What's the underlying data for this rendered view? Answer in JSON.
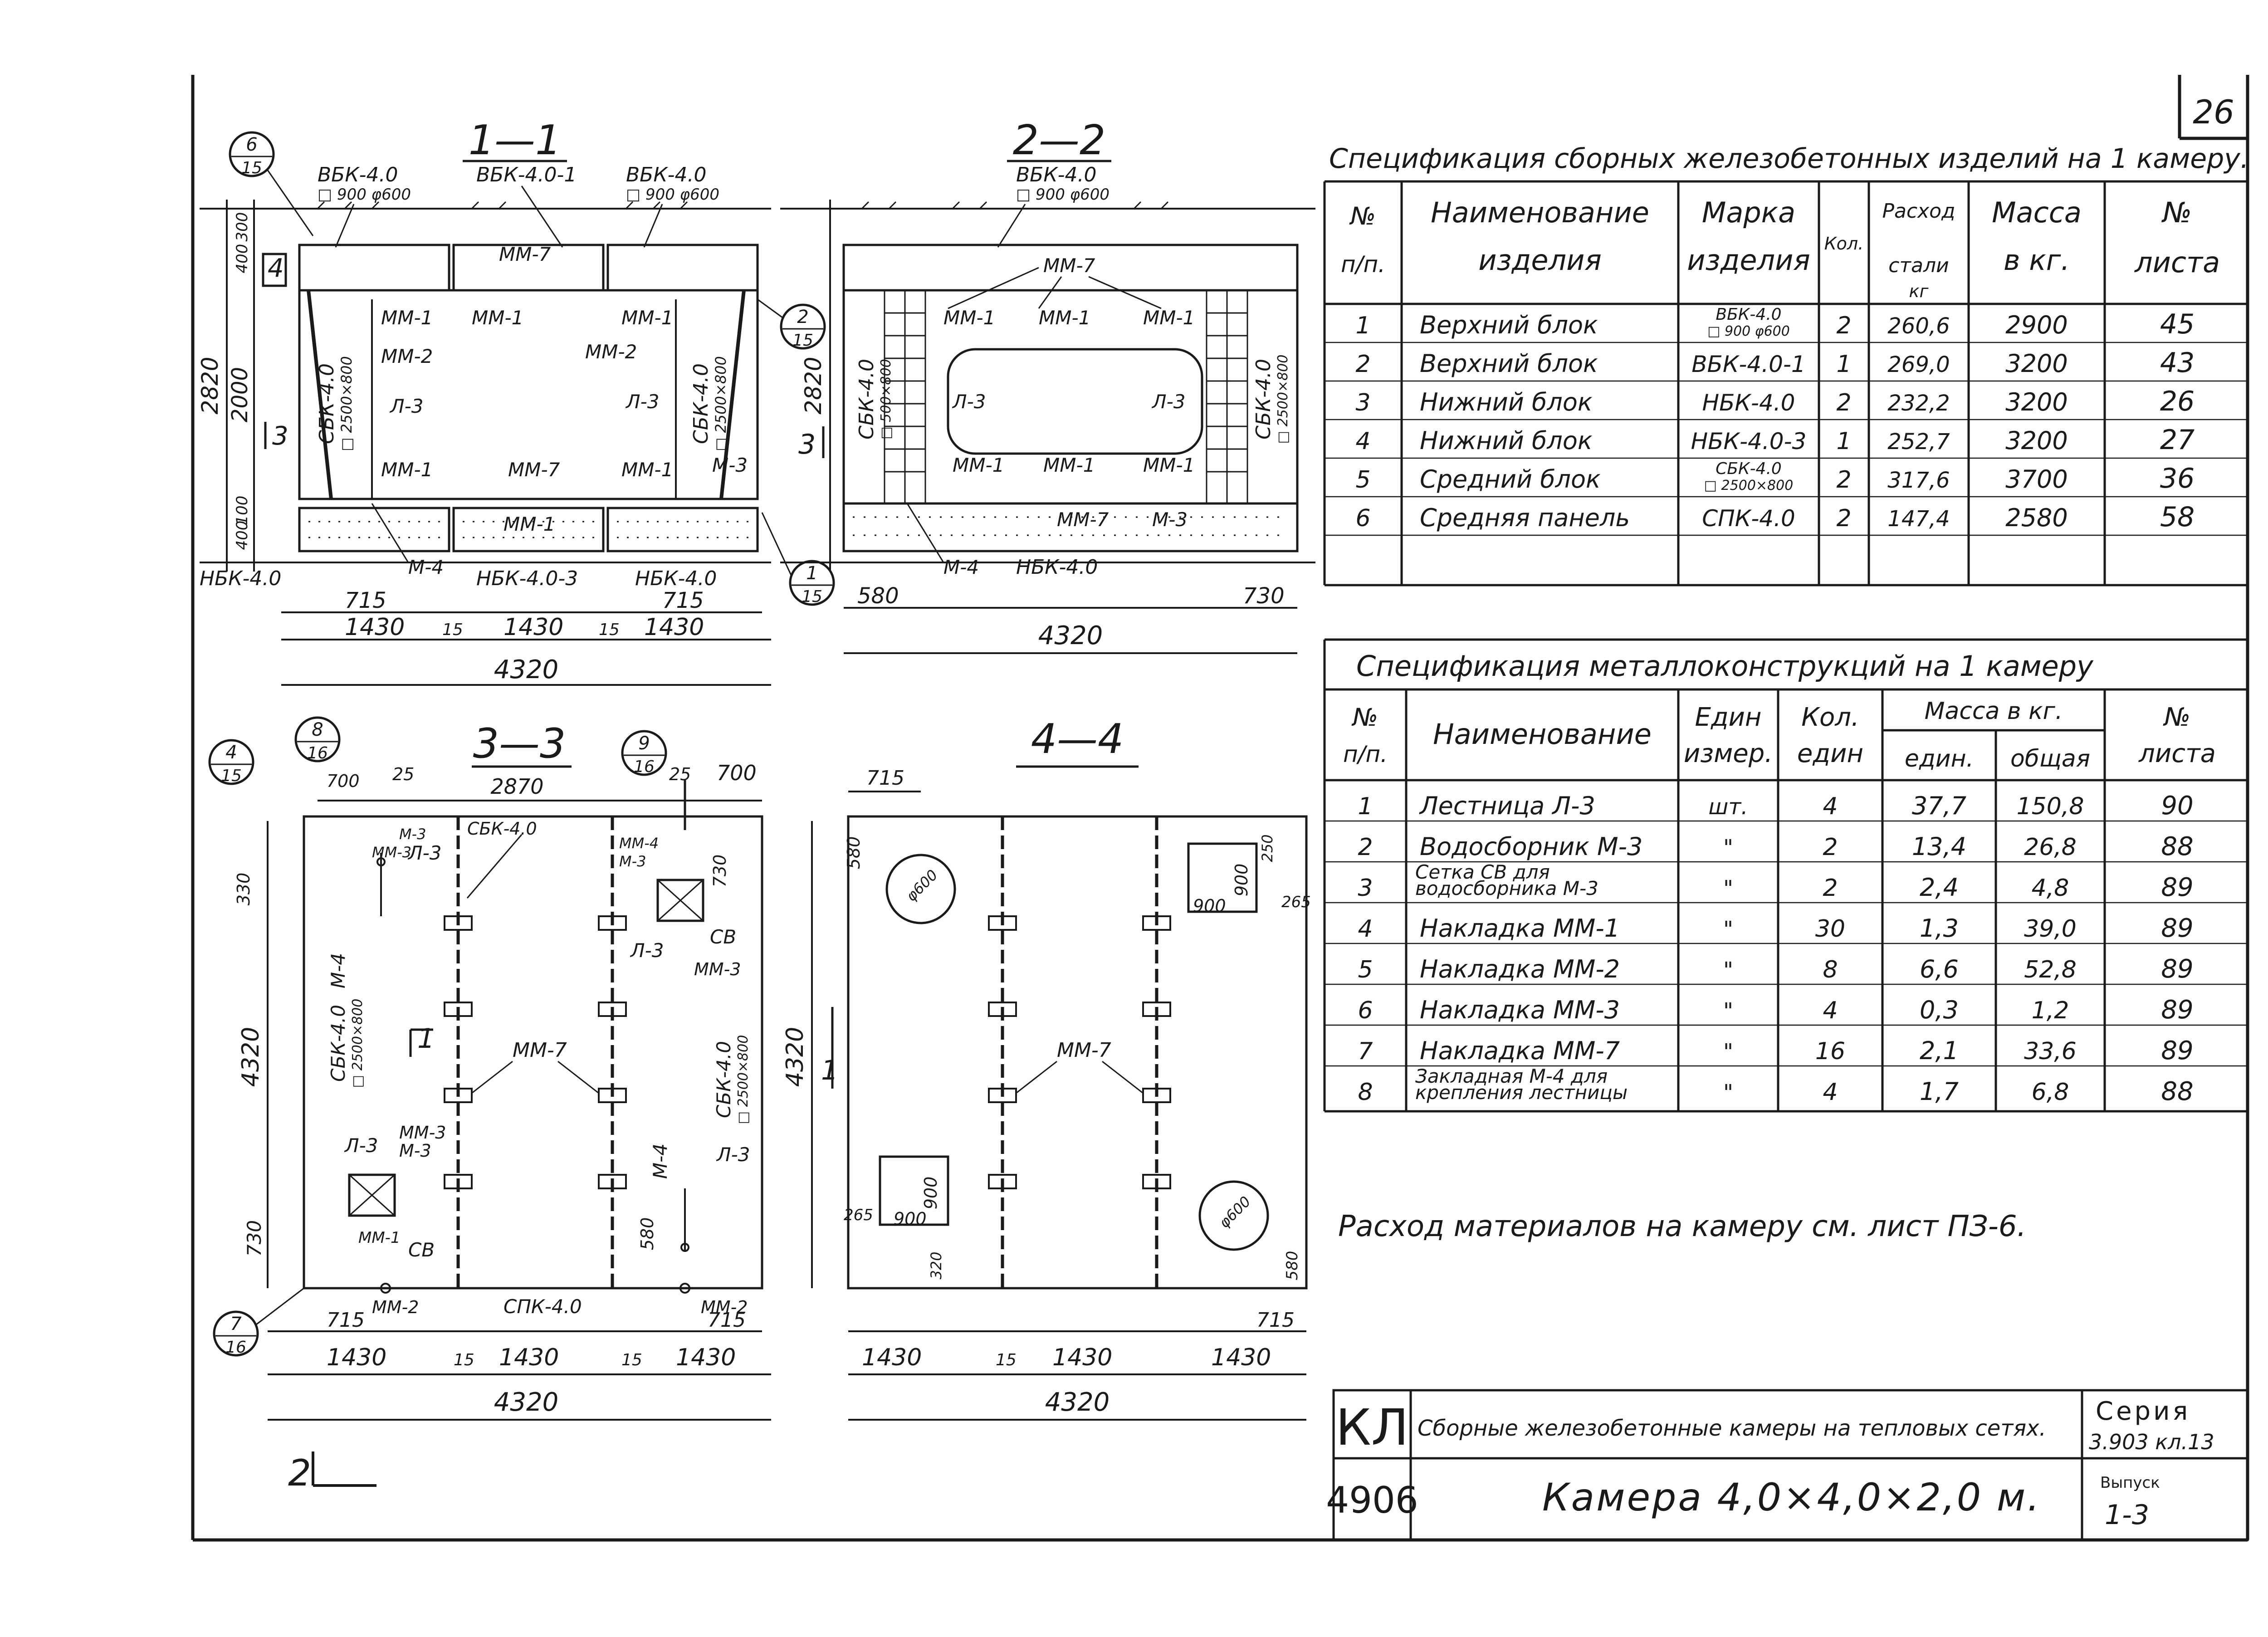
{
  "sheet_number": "26",
  "sections": {
    "s11": {
      "title": "1—1",
      "top_left": "ВБК-4.0",
      "top_left_sub": "□ 900 φ600",
      "top_mid": "ВБК-4.0-1",
      "top_right": "ВБК-4.0",
      "top_right_sub": "□ 900 φ600",
      "wall_left": "СБК-4.0",
      "wall_left_sub": "□ 2500×800",
      "wall_right": "СБК-4.0",
      "wall_right_sub": "□ 2500×800",
      "mm7_top": "ММ-7",
      "mm7_bot": "ММ-7",
      "mm1_a": "ММ-1",
      "mm1_b": "ММ-1",
      "mm1_c": "ММ-1",
      "mm1_d": "ММ-1",
      "mm1_e": "ММ-1",
      "mm1_f": "ММ-1",
      "mm2_a": "ММ-2",
      "mm2_b": "ММ-2",
      "l3_a": "Л-3",
      "l3_b": "Л-3",
      "m3": "М-3",
      "m4": "М-4",
      "bot_left": "НБК-4.0",
      "bot_mid": "НБК-4.0-3",
      "bot_right": "НБК-4.0",
      "dim_h_total": "2820",
      "dim_h_inner": "2000",
      "dim_top1": "300",
      "dim_top2": "400",
      "dim_bot1": "100",
      "dim_bot2": "400",
      "dim_side": "4",
      "d715a": "715",
      "d715b": "715",
      "d1430a": "1430",
      "d1430b": "1430",
      "d1430c": "1430",
      "d15a": "15",
      "d15b": "15",
      "d4320": "4320",
      "call_a_top": "6",
      "call_a_bot": "15",
      "call_b_top": "2",
      "call_b_bot": "15",
      "call_c_top": "1",
      "call_c_bot": "15",
      "sec3": "3"
    },
    "s22": {
      "title": "2—2",
      "top": "ВБК-4.0",
      "top_sub": "□ 900 φ600",
      "mm7_top": "ММ-7",
      "mm1_a": "ММ-1",
      "mm1_b": "ММ-1",
      "mm1_c": "ММ-1",
      "mm1_d": "ММ-1",
      "mm1_e": "ММ-1",
      "mm1_f": "ММ-1",
      "mm7_bot": "ММ-7",
      "m3": "М-3",
      "l3_a": "Л-3",
      "l3_b": "Л-3",
      "wall_left": "СБК-4.0",
      "wall_left_sub": "□ 500×800",
      "wall_right": "СБК-4.0",
      "wall_right_sub": "□ 2500×800",
      "m4": "М-4",
      "bot": "НБК-4.0",
      "dim_h": "2820",
      "sec3": "3",
      "d580": "580",
      "d730": "730",
      "d4320": "4320"
    },
    "s33": {
      "title": "3—3",
      "d2870": "2870",
      "d25a": "25",
      "d25b": "25",
      "d700a": "700",
      "d700b": "700",
      "sbk_top": "СБК-4.0",
      "m3a": "М-3",
      "mm3a": "ММ-3",
      "l3a": "Л-3",
      "m4a": "М-4",
      "mm7": "ММ-7",
      "wall_left": "СБК-4.0",
      "wall_left_sub": "□ 2500×800",
      "wall_right": "СБК-4.0",
      "wall_right_sub": "□ 2500×800",
      "mm4": "ММ-4",
      "m3b": "М-3",
      "sv_a": "СВ",
      "mm3b": "ММ-3",
      "l3b": "Л-3",
      "m4b": "М-4",
      "l3c": "Л-3",
      "l3d": "Л-3",
      "mm3c": "ММ-3",
      "m3c": "М-3",
      "mm1": "ММ-1",
      "sv_b": "СВ",
      "mm2a": "ММ-2",
      "spk": "СПК-4.0",
      "mm2b": "ММ-2",
      "d330": "330",
      "d730a": "730",
      "d730b": "730",
      "d580": "580",
      "d4320v": "4320",
      "sec1": "1",
      "sec2": "2",
      "d715a": "715",
      "d715b": "715",
      "d1430a": "1430",
      "d1430b": "1430",
      "d1430c": "1430",
      "d15a": "15",
      "d15b": "15",
      "d4320": "4320",
      "call_4_top": "4",
      "call_4_bot": "15",
      "call_8_top": "8",
      "call_8_bot": "16",
      "call_9_top": "9",
      "call_9_bot": "16",
      "call_7_top": "7",
      "call_7_bot": "16"
    },
    "s44": {
      "title": "4—4",
      "d715t": "715",
      "d580a": "580",
      "d600a": "φ600",
      "d900a": "900",
      "d900b": "900",
      "d250a": "250",
      "d265": "265",
      "mm7": "ММ-7",
      "d4320v": "4320",
      "sec1": "1",
      "d265b": "265",
      "d900c": "900",
      "d900d": "900",
      "d600b": "φ600",
      "d320": "320",
      "d580b": "580",
      "d715b": "715",
      "d1430a": "1430",
      "d1430b": "1430",
      "d1430c": "1430",
      "d15": "15",
      "d4320": "4320"
    }
  },
  "precast_table": {
    "title": "Спецификация сборных железобетонных изделий на 1 камеру.",
    "headers": {
      "n1": "№",
      "n2": "п/п.",
      "name1": "Наименование",
      "name2": "изделия",
      "mark1": "Марка",
      "mark2": "изделия",
      "qty": "Кол.",
      "steel1": "Расход",
      "steel2": "стали",
      "steel3": "кг",
      "mass1": "Масса",
      "mass2": "в кг.",
      "sheet1": "№",
      "sheet2": "листа"
    },
    "rows": [
      {
        "n": "1",
        "name": "Верхний блок",
        "mark": "ВБК-4.0",
        "mark_sub": "□ 900 φ600",
        "qty": "2",
        "steel": "260,6",
        "mass": "2900",
        "sheet": "45"
      },
      {
        "n": "2",
        "name": "Верхний блок",
        "mark": "ВБК-4.0-1",
        "mark_sub": "",
        "qty": "1",
        "steel": "269,0",
        "mass": "3200",
        "sheet": "43"
      },
      {
        "n": "3",
        "name": "Нижний блок",
        "mark": "НБК-4.0",
        "mark_sub": "",
        "qty": "2",
        "steel": "232,2",
        "mass": "3200",
        "sheet": "26"
      },
      {
        "n": "4",
        "name": "Нижний блок",
        "mark": "НБК-4.0-3",
        "mark_sub": "",
        "qty": "1",
        "steel": "252,7",
        "mass": "3200",
        "sheet": "27"
      },
      {
        "n": "5",
        "name": "Средний блок",
        "mark": "СБК-4.0",
        "mark_sub": "□ 2500×800",
        "qty": "2",
        "steel": "317,6",
        "mass": "3700",
        "sheet": "36"
      },
      {
        "n": "6",
        "name": "Средняя панель",
        "mark": "СПК-4.0",
        "mark_sub": "",
        "qty": "2",
        "steel": "147,4",
        "mass": "2580",
        "sheet": "58"
      }
    ]
  },
  "metal_table": {
    "title": "Спецификация металлоконструкций на 1 камеру",
    "headers": {
      "n1": "№",
      "n2": "п/п.",
      "name": "Наименование",
      "unit1": "Един",
      "unit2": "измер.",
      "qty1": "Кол.",
      "qty2": "един",
      "mass": "Масса в кг.",
      "mass_u": "един.",
      "mass_t": "общая",
      "sheet1": "№",
      "sheet2": "листа"
    },
    "rows": [
      {
        "n": "1",
        "name": "Лестница Л-3",
        "name2": "",
        "unit": "шт.",
        "qty": "4",
        "mu": "37,7",
        "mt": "150,8",
        "sheet": "90"
      },
      {
        "n": "2",
        "name": "Водосборник М-3",
        "name2": "",
        "unit": "\"",
        "qty": "2",
        "mu": "13,4",
        "mt": "26,8",
        "sheet": "88"
      },
      {
        "n": "3",
        "name": "Сетка СВ для",
        "name2": "водосборника М-3",
        "unit": "\"",
        "qty": "2",
        "mu": "2,4",
        "mt": "4,8",
        "sheet": "89"
      },
      {
        "n": "4",
        "name": "Накладка ММ-1",
        "name2": "",
        "unit": "\"",
        "qty": "30",
        "mu": "1,3",
        "mt": "39,0",
        "sheet": "89"
      },
      {
        "n": "5",
        "name": "Накладка ММ-2",
        "name2": "",
        "unit": "\"",
        "qty": "8",
        "mu": "6,6",
        "mt": "52,8",
        "sheet": "89"
      },
      {
        "n": "6",
        "name": "Накладка ММ-3",
        "name2": "",
        "unit": "\"",
        "qty": "4",
        "mu": "0,3",
        "mt": "1,2",
        "sheet": "89"
      },
      {
        "n": "7",
        "name": "Накладка ММ-7",
        "name2": "",
        "unit": "\"",
        "qty": "16",
        "mu": "2,1",
        "mt": "33,6",
        "sheet": "89"
      },
      {
        "n": "8",
        "name": "Закладная М-4 для",
        "name2": "крепления лестницы",
        "unit": "\"",
        "qty": "4",
        "mu": "1,7",
        "mt": "6,8",
        "sheet": "88"
      }
    ]
  },
  "note": "Расход материалов на камеру см. лист ПЗ-6.",
  "title_block": {
    "logo": "КЛ",
    "org": "4906",
    "project": "Сборные железобетонные камеры на тепловых сетях.",
    "series_label": "Серия",
    "series": "3.903 кл.13",
    "drawing": "Камера 4,0×4,0×2,0 м.",
    "issue_label": "Выпуск",
    "issue": "1-3"
  },
  "corner_mark": "2"
}
